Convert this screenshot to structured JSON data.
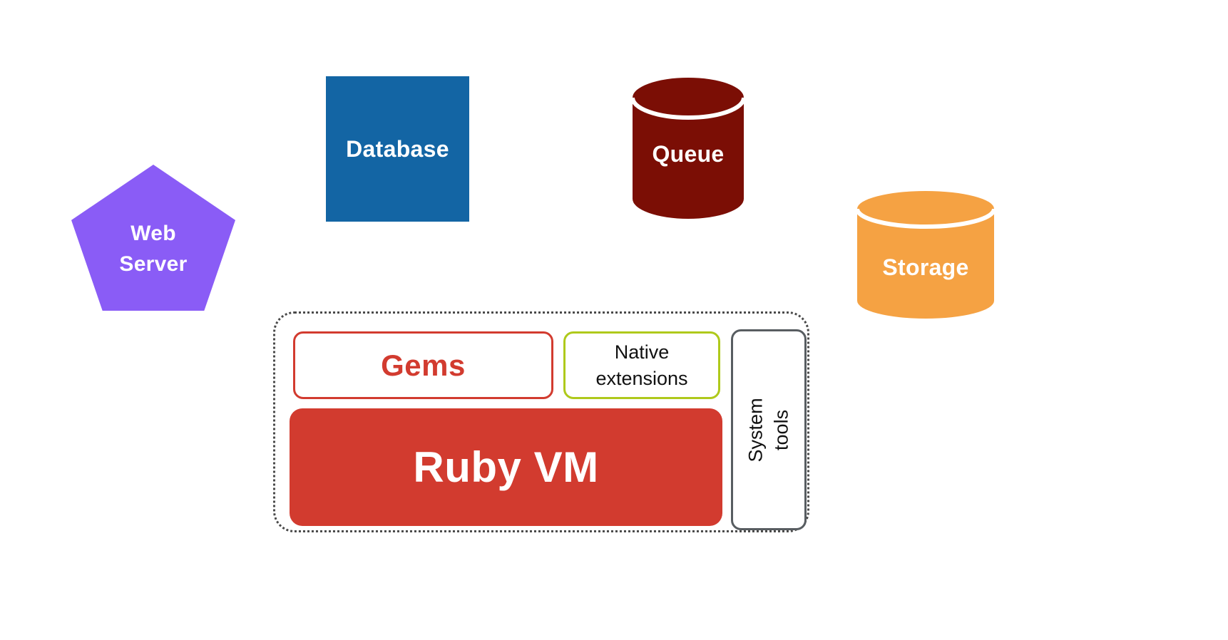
{
  "diagram": {
    "nodes": {
      "web_server": {
        "label": "Web Server",
        "shape": "pentagon"
      },
      "database": {
        "label": "Database",
        "shape": "square"
      },
      "queue": {
        "label": "Queue",
        "shape": "cylinder"
      },
      "storage": {
        "label": "Storage",
        "shape": "cylinder"
      }
    },
    "ruby_container": {
      "gems": {
        "label": "Gems"
      },
      "native_extensions": {
        "label": "Native extensions"
      },
      "system_tools": {
        "label": "System tools"
      },
      "ruby_vm": {
        "label": "Ruby VM"
      }
    }
  },
  "colors": {
    "web_server": "#8A5CF6",
    "database": "#1365A4",
    "queue": "#7B0E05",
    "storage": "#F5A243",
    "ruby_red": "#D23B2F",
    "native_green": "#AFC91B",
    "tools_gray": "#585D61",
    "container_border": "#4A4A4A"
  }
}
